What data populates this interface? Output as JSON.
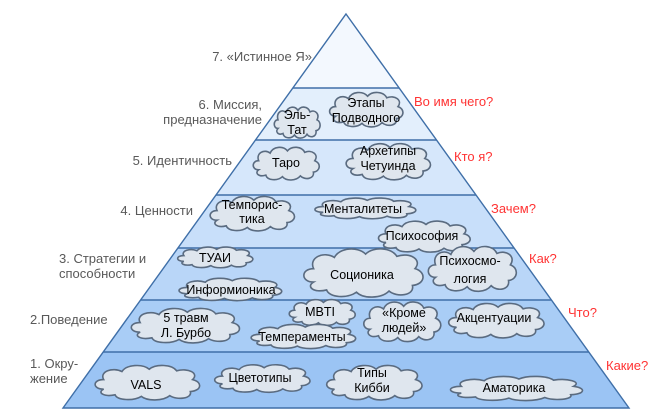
{
  "levels": [
    {
      "label_line1": "7. «Истинное Я»",
      "label_line2": "",
      "question": ""
    },
    {
      "label_line1": "6. Миссия,",
      "label_line2": "предназначение",
      "question": "Во имя чего?"
    },
    {
      "label_line1": "5. Идентичность",
      "label_line2": "",
      "question": "Кто я?"
    },
    {
      "label_line1": "4. Ценности",
      "label_line2": "",
      "question": "Зачем?"
    },
    {
      "label_line1": "3. Стратегии и",
      "label_line2": "способности",
      "question": "Как?"
    },
    {
      "label_line1": "2.Поведение",
      "label_line2": "",
      "question": "Что?"
    },
    {
      "label_line1": "1. Окру-",
      "label_line2": "жение",
      "question": "Какие?"
    }
  ],
  "clouds": {
    "el_tat": [
      "Эль-",
      "Тат"
    ],
    "etapy": [
      "Этапы",
      "Подводного"
    ],
    "taro": [
      "Таро"
    ],
    "arkhetipy": [
      "Архетипы",
      "Четуинда"
    ],
    "temporistika": [
      "Темпорис-",
      "тика"
    ],
    "mentalitety": [
      "Менталитеты"
    ],
    "psikhosofiya": [
      "Психософия"
    ],
    "tuai": [
      "ТУАИ"
    ],
    "informionika": [
      "Информионика"
    ],
    "socionika": [
      "Соционика"
    ],
    "psikhokosmologiya": [
      "Психосмо-",
      "логия"
    ],
    "travmy": [
      "5 травм",
      "Л. Бурбо"
    ],
    "mbti": [
      "MBTI"
    ],
    "temperamenty": [
      "Темпераменты"
    ],
    "krome_lyudey": [
      "«Кроме",
      "людей»"
    ],
    "akcentuacii": [
      "Акцентуации"
    ],
    "vals": [
      "VALS"
    ],
    "cvetotipy": [
      "Цветотипы"
    ],
    "tipy_kibbi": [
      "Типы",
      "Кибби"
    ],
    "amatorika": [
      "Аматорика"
    ]
  },
  "colors": {
    "outline": "#3f6fa8",
    "band_fills": [
      "#f3f8fe",
      "#e3effc",
      "#d6e7fb",
      "#c8dffa",
      "#b9d6f8",
      "#a9cdf6",
      "#9bc4f4"
    ],
    "cloud_fill": "#dfe6ee",
    "cloud_stroke": "#5a6b80",
    "label_text": "#595959",
    "question_text": "#ff3333"
  }
}
